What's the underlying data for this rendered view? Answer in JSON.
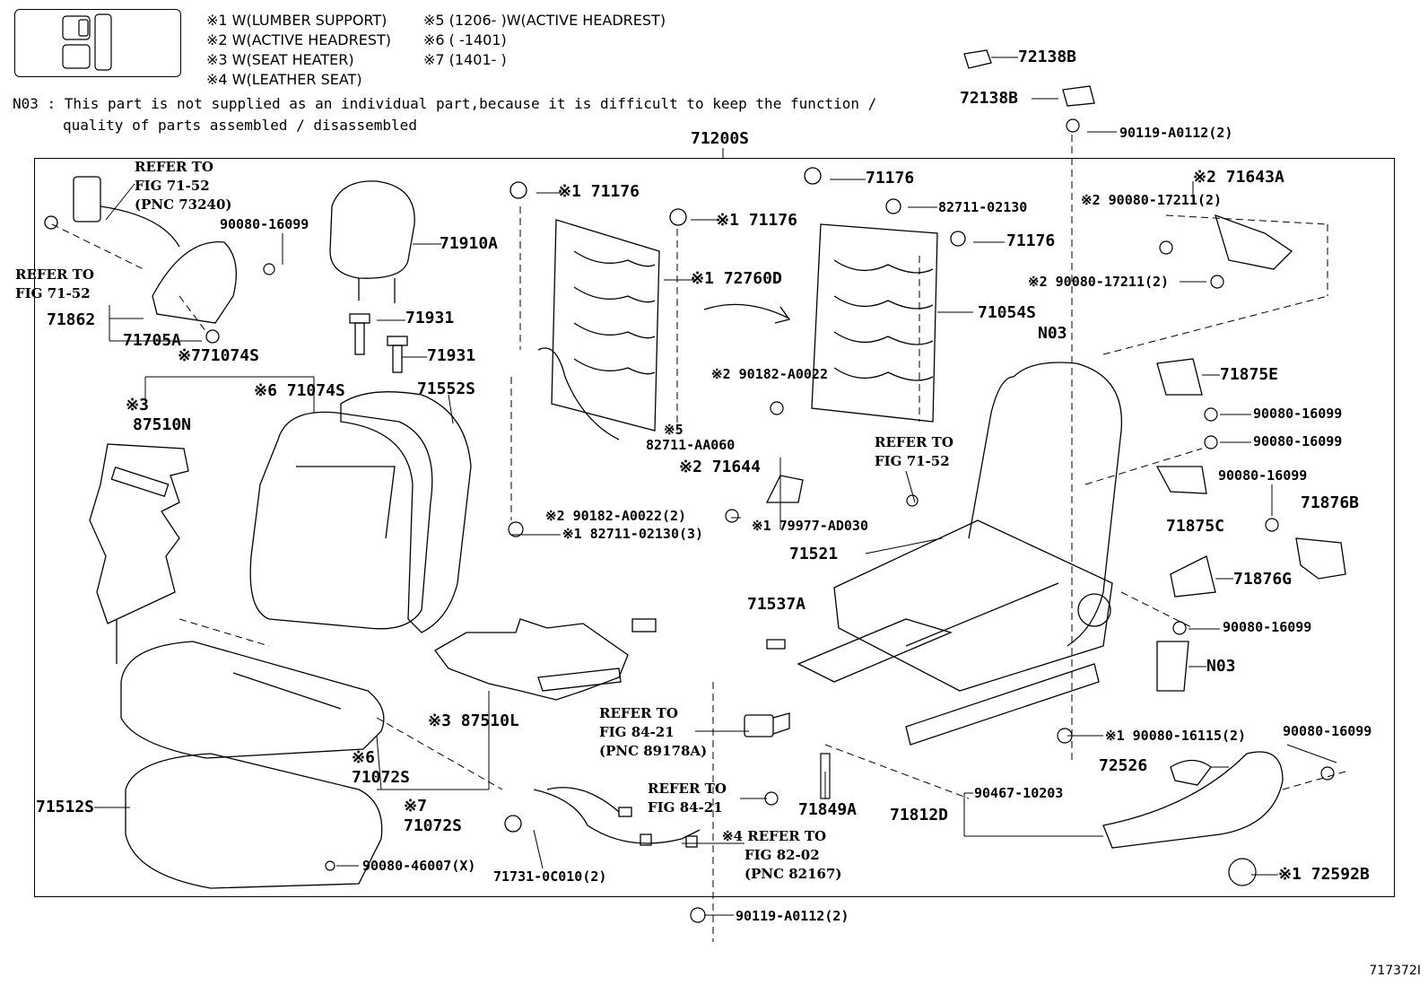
{
  "legend": {
    "items_left": [
      "※1 W(LUMBER SUPPORT)",
      "※2 W(ACTIVE HEADREST)",
      "※3 W(SEAT HEATER)",
      "※4 W(LEATHER SEAT)"
    ],
    "items_right": [
      "※5 (1206-      )W(ACTIVE HEADREST)",
      "※6 (      -1401)",
      "※7 (1401-      )"
    ]
  },
  "note": {
    "line1": "N03 : This part is not supplied as an individual part,because it is difficult to keep the function /",
    "line2": "quality of parts assembled / disassembled"
  },
  "labels": {
    "p72138B_a": "72138B",
    "p72138B_b": "72138B",
    "p90119_top": "90119-A0112(2)",
    "p71200S": "71200S",
    "ref_7152_a": [
      "REFER TO",
      "FIG 71-52",
      "(PNC 73240)"
    ],
    "p90080_16099_a": "90080-16099",
    "ref_7152_b": [
      "REFER TO",
      "FIG 71-52"
    ],
    "p71910A": "71910A",
    "p71862": "71862",
    "p71705A": "71705A",
    "p71931_a": "71931",
    "p71931_b": "71931",
    "p71074S_7": "※771074S",
    "p71074S_6": "※6 71074S",
    "p71552S": "71552S",
    "p87510N": [
      "※3",
      "87510N"
    ],
    "p71176_a": "※1 71176",
    "p71176_b": "※1 71176",
    "p72760D": "※1 72760D",
    "p71176_c": "71176",
    "p82711_02130": "82711-02130",
    "p71176_d": "71176",
    "p71054S": "71054S",
    "p71643A": "※2 71643A",
    "p90080_17211_a": "※2 90080-17211(2)",
    "p90080_17211_b": "※2 90080-17211(2)",
    "pN03_a": "N03",
    "p71875E": "71875E",
    "p90080_16099_b": "90080-16099",
    "p90080_16099_c": "90080-16099",
    "p90080_16099_d": "90080-16099",
    "p71876B": "71876B",
    "p71875C": "71875C",
    "p71876G": "71876G",
    "p90080_16099_e": "90080-16099",
    "pN03_b": "N03",
    "p90182_a": "※2 90182-A0022",
    "p82711_AA060": "82711-AA060",
    "p82711_AA060_mark": "※5",
    "p71644": "※2 71644",
    "ref_7152_c": [
      "REFER TO",
      "FIG 71-52"
    ],
    "p90182_b": "※2 90182-A0022(2)",
    "p82711_02130_3": "※1 82711-02130(3)",
    "p79977": "※1 79977-AD030",
    "p71521": "71521",
    "p71537A": "71537A",
    "ref_8421_a": [
      "REFER TO",
      "FIG 84-21",
      "(PNC 89178A)"
    ],
    "ref_8421_b": [
      "REFER TO",
      "FIG 84-21"
    ],
    "p87510L": "※3 87510L",
    "p71072S_6": [
      "※6",
      "71072S"
    ],
    "p71072S_7": [
      "※7",
      "71072S"
    ],
    "p71512S": "71512S",
    "p90080_46007": "90080-46007(X)",
    "p71731": "71731-0C010(2)",
    "ref_8202": [
      "※4 REFER TO",
      "FIG 82-02",
      "(PNC 82167)"
    ],
    "p71849A": "71849A",
    "p71812D": "71812D",
    "p90467": "90467-10203",
    "p90080_16115": "※1 90080-16115(2)",
    "p72526": "72526",
    "p90080_16099_f": "90080-16099",
    "p72592B": "※1 72592B",
    "p90119_bottom": "90119-A0112(2)"
  },
  "figure_id": "717372I"
}
